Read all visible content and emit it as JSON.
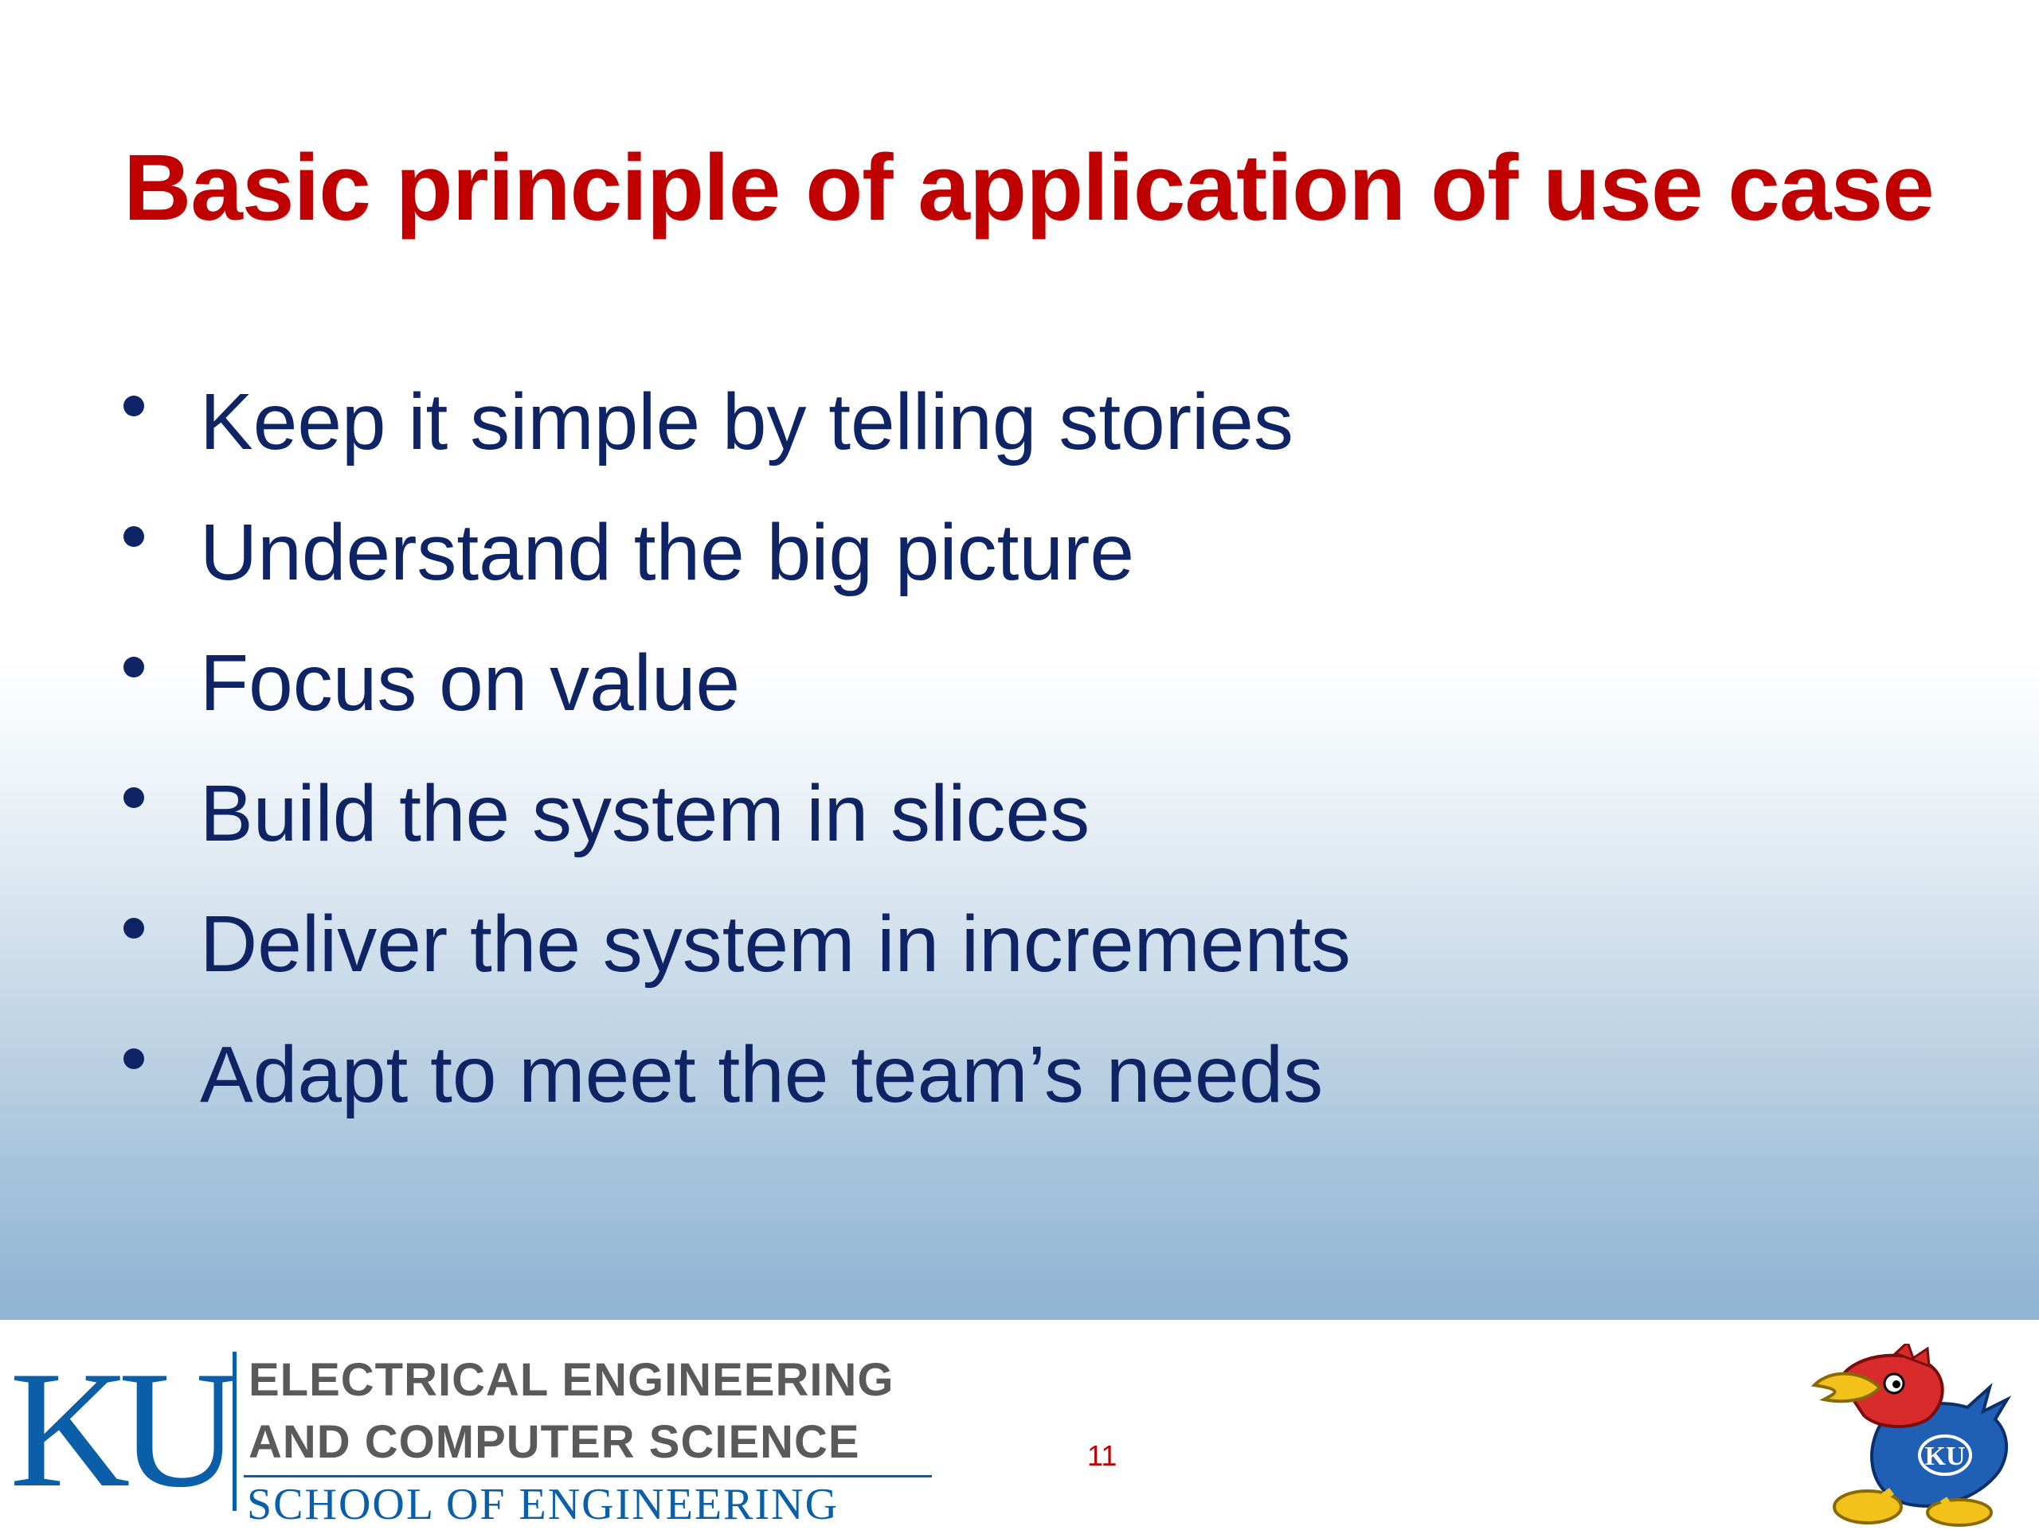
{
  "slide": {
    "title": "Basic principle of application of use case",
    "bullets": [
      "Keep it simple by telling stories",
      "Understand the big picture",
      "Focus on value",
      "Build the system in slices",
      "Deliver the system in increments",
      "Adapt to meet the team’s needs"
    ],
    "page_number": "11"
  },
  "footer": {
    "logo_text": "KU",
    "department_line1": "ELECTRICAL ENGINEERING",
    "department_line2": "AND COMPUTER SCIENCE",
    "school": "SCHOOL OF ENGINEERING",
    "mascot_badge": "KU"
  },
  "colors": {
    "title": "#c00000",
    "body_text": "#0e2465",
    "ku_blue": "#0a5fa8",
    "dept_gray": "#5a5a5a"
  },
  "icons": {
    "mascot": "jayhawk-mascot-icon"
  }
}
